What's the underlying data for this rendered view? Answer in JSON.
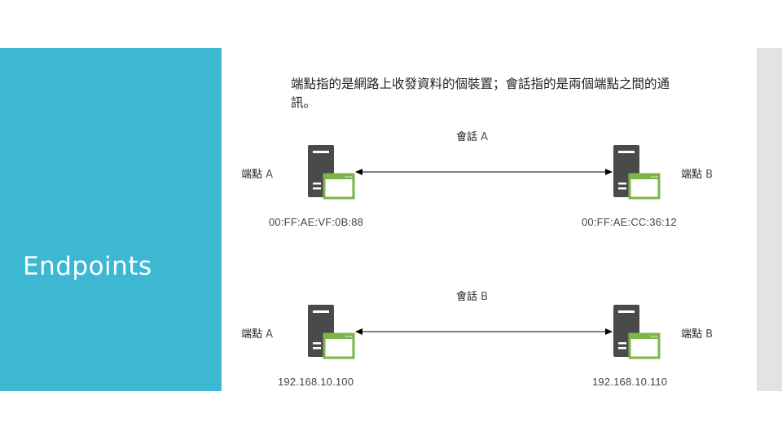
{
  "slide": {
    "title": "Endpoints",
    "accent_color": "#3db8d2",
    "description": "端點指的是網路上收發資料的個裝置；會話指的是兩個端點之間的通訊。"
  },
  "diagram": {
    "sessions": [
      {
        "label_prefix": "會話",
        "label_suffix": " A",
        "left": {
          "label_prefix": "端點",
          "label_suffix": " A",
          "address": "00:FF:AE:VF:0B:88",
          "icon": "server-icon"
        },
        "right": {
          "label_prefix": "端點",
          "label_suffix": " B",
          "address": "00:FF:AE:CC:36:12",
          "icon": "server-icon"
        }
      },
      {
        "label_prefix": "會話",
        "label_suffix": " B",
        "left": {
          "label_prefix": "端點",
          "label_suffix": " A",
          "address": "192.168.10.100",
          "icon": "server-icon"
        },
        "right": {
          "label_prefix": "端點",
          "label_suffix": " B",
          "address": "192.168.10.110",
          "icon": "server-icon"
        }
      }
    ],
    "colors": {
      "server": "#4a4a4a",
      "window_frame": "#7ab648",
      "arrow": "#000000"
    }
  }
}
